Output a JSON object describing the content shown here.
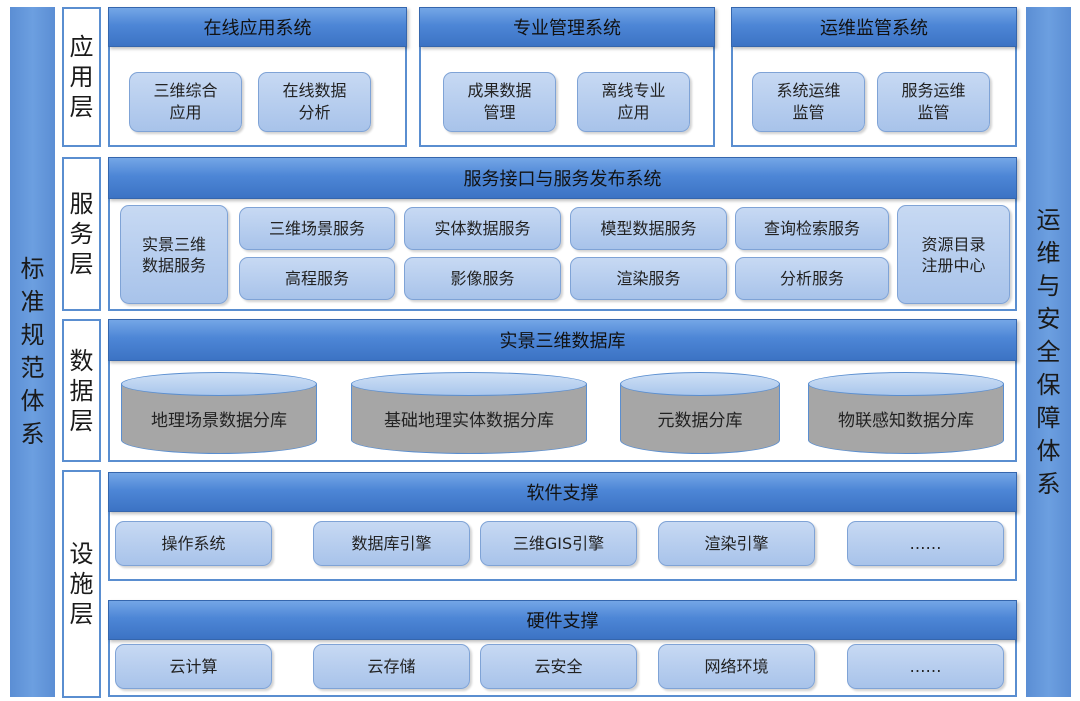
{
  "left_bar": {
    "text": "标准规范体系"
  },
  "right_bar": {
    "text": "运维与安全保障体系"
  },
  "layers": {
    "application": {
      "label": "应用层",
      "systems": [
        {
          "title": "在线应用系统",
          "items": [
            "三维综合应用",
            "在线数据分析"
          ]
        },
        {
          "title": "专业管理系统",
          "items": [
            "成果数据管理",
            "离线专业应用"
          ]
        },
        {
          "title": "运维监管系统",
          "items": [
            "系统运维监管",
            "服务运维监管"
          ]
        }
      ]
    },
    "service": {
      "label": "服务层",
      "title": "服务接口与服务发布系统",
      "left_item": "实景三维数据服务",
      "row1": [
        "三维场景服务",
        "实体数据服务",
        "模型数据服务",
        "查询检索服务"
      ],
      "row2": [
        "高程服务",
        "影像服务",
        "渲染服务",
        "分析服务"
      ],
      "right_item": "资源目录注册中心"
    },
    "data": {
      "label": "数据层",
      "title": "实景三维数据库",
      "databases": [
        "地理场景数据分库",
        "基础地理实体数据分库",
        "元数据分库",
        "物联感知数据分库"
      ]
    },
    "infrastructure": {
      "label": "设施层",
      "software": {
        "title": "软件支撑",
        "items": [
          "操作系统",
          "数据库引擎",
          "三维GIS引擎",
          "渲染引擎",
          "……"
        ]
      },
      "hardware": {
        "title": "硬件支撑",
        "items": [
          "云计算",
          "云存储",
          "云安全",
          "网络环境",
          "……"
        ]
      }
    }
  }
}
